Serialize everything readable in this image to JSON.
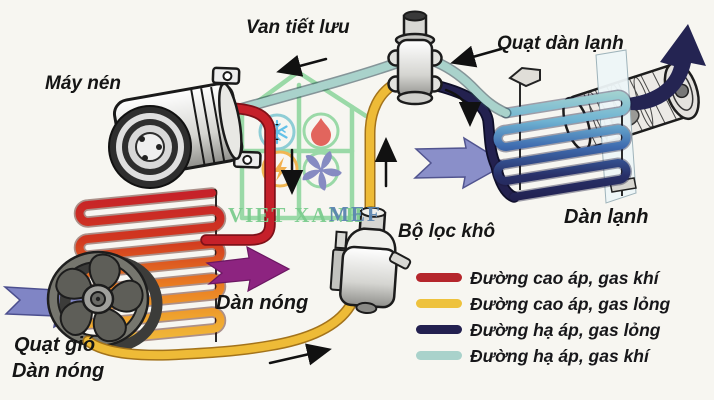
{
  "diagram": {
    "labels": {
      "expansion_valve": "Van tiết lưu",
      "evaporator_fan": "Quạt dàn lạnh",
      "compressor": "Máy nén",
      "evaporator": "Dàn lạnh",
      "receiver_drier": "Bộ lọc khô",
      "condenser": "Dàn nóng",
      "condenser_fan_line1": "Quạt gió",
      "condenser_fan_line2": "Dàn nóng"
    },
    "watermark": {
      "part1": "VIET XANH",
      "part2": "MEF"
    },
    "legend": {
      "items": [
        {
          "label": "Đường cao áp, gas khí",
          "color": "#b5262c"
        },
        {
          "label": "Đường cao áp, gas lỏng",
          "color": "#eec23d"
        },
        {
          "label": "Đường hạ áp, gas lỏng",
          "color": "#232050"
        },
        {
          "label": "Đường hạ áp, gas khí",
          "color": "#a9d2cb"
        }
      ]
    },
    "colors": {
      "high_pressure_gas": "#c5202a",
      "high_pressure_liquid": "#eebb37",
      "low_pressure_liquid": "#23214f",
      "low_pressure_gas": "#a9d2cb",
      "cool_air_arrow": "#8a8fc9",
      "hot_air_arrow": "#8d2480",
      "big_flow_arrow": "#242452",
      "watermark_green": "#7ccc8e",
      "watermark_blue": "#5b85b0"
    }
  }
}
